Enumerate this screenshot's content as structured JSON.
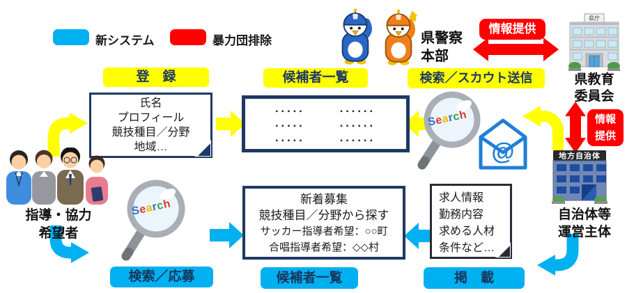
{
  "legend": {
    "new_system_label": "新システム",
    "gang_exclusion_label": "暴力団排除"
  },
  "entities": {
    "police_hq_line1": "県警察",
    "police_hq_line2": "本部",
    "education_board_line1": "県教育",
    "education_board_line2": "委員会",
    "education_board_building_sign": "県庁",
    "municipality_line1": "自治体等",
    "municipality_line2": "運営主体",
    "municipality_building_sign": "地方自治体",
    "applicants_line1": "指導・協力",
    "applicants_line2": "希望者"
  },
  "badges": {
    "info_provision_top": "情報提供",
    "info_provision_side_line1": "情報",
    "info_provision_side_line2": "提供"
  },
  "registration": {
    "label": "登　録",
    "note_lines": [
      "氏名",
      "プロフィール",
      "競技種目／分野",
      "地域…"
    ]
  },
  "candidate_list_top": {
    "label": "候補者一覧",
    "dots_left": "▪▪▪▪▪",
    "dots_right": "▪▪▪▪▪▪"
  },
  "search_scout": {
    "label": "検索／スカウト送信",
    "search_word": "Search",
    "mail_symbol": "@"
  },
  "search_apply": {
    "label": "検索／応募",
    "search_word": "Search"
  },
  "listing_box": {
    "line1": "新着募集",
    "line2": "競技種目／分野から探す",
    "line3": "サッカー指導者希望：○○町",
    "line4": "合唱指導者希望：◇◇村"
  },
  "candidate_list_bottom": {
    "label": "候補者一覧"
  },
  "job_note": {
    "label": "掲　載",
    "lines": [
      "求人情報",
      "勤務内容",
      "求める人材",
      "条件など…"
    ]
  },
  "colors": {
    "system_blue": "#00B0F0",
    "alert_red": "#FF0000",
    "highlight_yellow": "#FFFF00",
    "navy": "#1F3864"
  }
}
